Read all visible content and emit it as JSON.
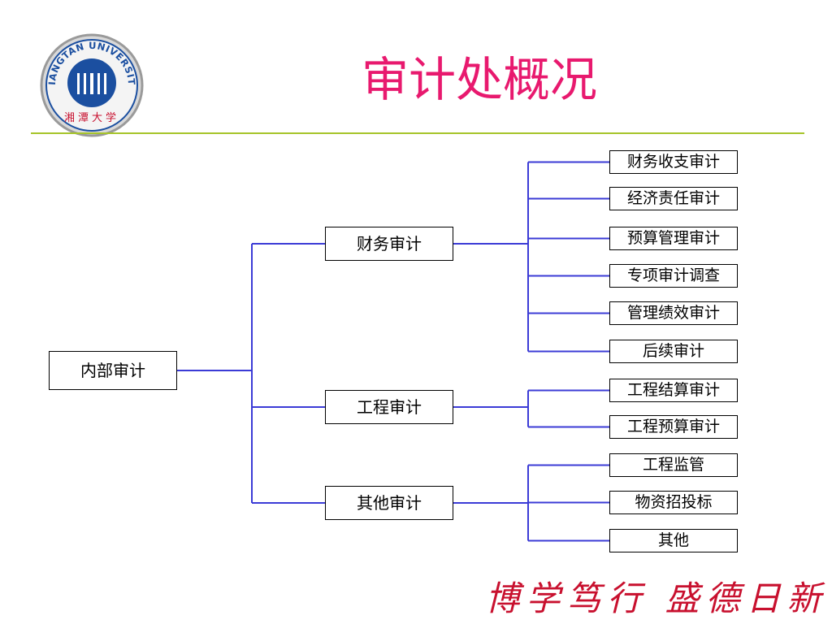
{
  "slide": {
    "title": "审计处概况",
    "accent_color": "#e8196e",
    "rule_color": "#a6c42a",
    "connector_color": "#3b3bd6"
  },
  "logo": {
    "text": "XIANGTAN UNIVERSITY",
    "calligraphy": "湘潭大学",
    "icon": "university-seal-icon",
    "color": "#1b4fa0"
  },
  "tree": {
    "root": "内部审计",
    "branches": [
      {
        "label": "财务审计",
        "children": [
          "财务收支审计",
          "经济责任审计",
          "预算管理审计",
          "专项审计调查",
          "管理绩效审计",
          "后续审计"
        ]
      },
      {
        "label": "工程审计",
        "children": [
          "工程结算审计",
          "工程预算审计"
        ]
      },
      {
        "label": "其他审计",
        "children": [
          "工程监管",
          "物资招投标",
          "其他"
        ]
      }
    ]
  },
  "motto": {
    "text": "博学笃行 盛德日新",
    "color": "#c8102e"
  }
}
